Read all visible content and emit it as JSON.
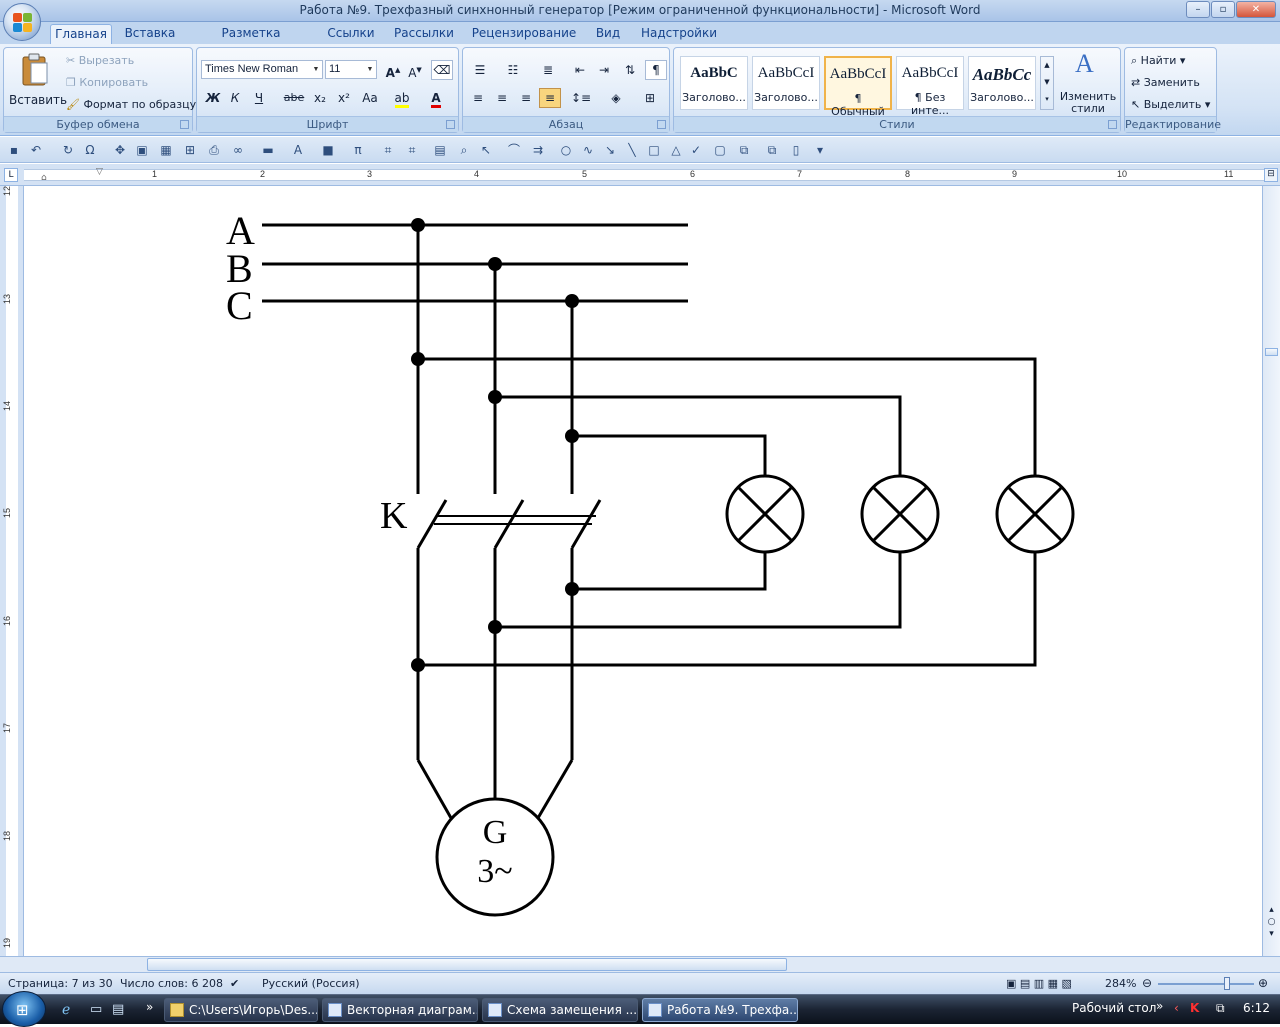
{
  "window": {
    "title": "Работа №9. Трехфазный синхнонный генератор [Режим ограниченной функциональности] - Microsoft Word"
  },
  "tabs": [
    "Главная",
    "Вставка",
    "Разметка страницы",
    "Ссылки",
    "Рассылки",
    "Рецензирование",
    "Вид",
    "Надстройки"
  ],
  "ribbon": {
    "clipboard": {
      "label": "Буфер обмена",
      "paste": "Вставить",
      "cut": "Вырезать",
      "copy": "Копировать",
      "format_painter": "Формат по образцу"
    },
    "font": {
      "label": "Шрифт",
      "font_name": "Times New Roman",
      "font_size": "11",
      "bold": "Ж",
      "italic": "К",
      "underline": "Ч",
      "strike": "abe",
      "sub": "x₂",
      "sup": "x²",
      "case": "Aa"
    },
    "paragraph": {
      "label": "Абзац"
    },
    "styles": {
      "label": "Стили",
      "change": "Изменить стили",
      "items": [
        {
          "preview": "AaBbC",
          "name": "Заголово..."
        },
        {
          "preview": "AaBbCcI",
          "name": "Заголово..."
        },
        {
          "preview": "AaBbCcI",
          "name": "¶ Обычный"
        },
        {
          "preview": "AaBbCcI",
          "name": "¶ Без инте..."
        },
        {
          "preview": "AaBbCc",
          "name": "Заголово..."
        }
      ]
    },
    "editing": {
      "label": "Редактирование",
      "find": "Найти",
      "replace": "Заменить",
      "select": "Выделить"
    }
  },
  "ruler": {
    "h_numbers": [
      "1",
      "2",
      "3",
      "4",
      "5",
      "6",
      "7",
      "8",
      "9",
      "10",
      "11"
    ],
    "v_numbers": [
      "12",
      "13",
      "14",
      "15",
      "16",
      "17",
      "18",
      "19"
    ]
  },
  "diagram": {
    "phase_labels": [
      "A",
      "B",
      "C"
    ],
    "switch_label": "K",
    "generator_label_1": "G",
    "generator_label_2": "3~"
  },
  "status": {
    "page": "Страница: 7 из 30",
    "words": "Число слов: 6 208",
    "language": "Русский (Россия)",
    "zoom": "284%"
  },
  "taskbar": {
    "items": [
      "C:\\Users\\Игорь\\Des...",
      "Векторная диаграм...",
      "Схема замещения ...",
      "Работа №9. Трехфа..."
    ],
    "desktop": "Рабочий стол",
    "clock": "6:12"
  },
  "colors": {
    "ribbon_bg": "#d4e3f5",
    "tab_text": "#15428b",
    "taskbar": "#1b2433",
    "selected_style": "#f0b34a"
  }
}
